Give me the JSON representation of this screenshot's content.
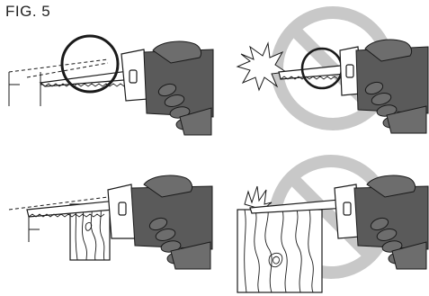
{
  "figure": {
    "label": "FIG. 5",
    "panels": [
      {
        "name": "panel-top-left",
        "icon": "circle-highlight-icon",
        "prohibited": false
      },
      {
        "name": "panel-top-right",
        "icon": "prohibited-icon",
        "prohibited": true,
        "impact": "spark-burst-icon"
      },
      {
        "name": "panel-bottom-left",
        "icon": "none",
        "prohibited": false
      },
      {
        "name": "panel-bottom-right",
        "icon": "prohibited-icon",
        "prohibited": true,
        "impact": "spark-burst-icon"
      }
    ],
    "colors": {
      "sleeve": "#5a5a5a",
      "hand": "#6d6d6d",
      "prohibit_ring": "#c8c8c8",
      "line": "#1a1a1a"
    }
  }
}
